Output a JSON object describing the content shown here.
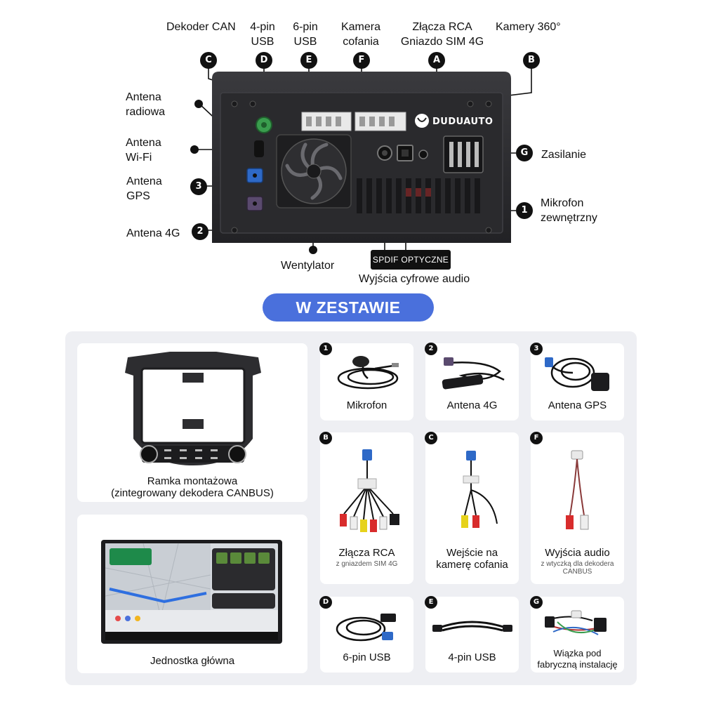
{
  "diagram": {
    "top_labels": {
      "can": "Dekoder CAN",
      "usb4_line1": "4-pin",
      "usb4_line2": "USB",
      "usb6_line1": "6-pin",
      "usb6_line2": "USB",
      "camera_line1": "Kamera",
      "camera_line2": "cofania",
      "rca_line1": "Złącza RCA",
      "rca_line2": "Gniazdo SIM 4G",
      "cam360": "Kamery 360°"
    },
    "left_labels": {
      "radio_line1": "Antena",
      "radio_line2": "radiowa",
      "wifi_line1": "Antena",
      "wifi_line2": "Wi-Fi",
      "gps_line1": "Antena",
      "gps_line2": "GPS",
      "lte": "Antena 4G"
    },
    "right_labels": {
      "power": "Zasilanie",
      "mic_line1": "Mikrofon",
      "mic_line2": "zewnętrzny"
    },
    "bottom_labels": {
      "fan": "Wentylator",
      "spdif": "SPDIF OPTYCZNE",
      "digital_out": "Wyjścia cyfrowe audio"
    },
    "badges": {
      "a": "A",
      "b": "B",
      "c": "C",
      "d": "D",
      "e": "E",
      "f": "F",
      "g": "G",
      "n1": "1",
      "n2": "2",
      "n3": "3"
    },
    "brand": "DUDUAUTO"
  },
  "in_box": {
    "title": "W ZESTAWIE",
    "items": {
      "frame": {
        "line1": "Ramka montażowa",
        "line2": "(zintegrowany dekodera CANBUS)"
      },
      "unit": {
        "name": "Jednostka główna"
      },
      "mic": {
        "badge": "1",
        "name": "Mikrofon"
      },
      "lte": {
        "badge": "2",
        "name": "Antena 4G"
      },
      "gps": {
        "badge": "3",
        "name": "Antena GPS"
      },
      "rca": {
        "badge": "B",
        "name": "Złącza RCA",
        "sub": "z gniazdem SIM 4G"
      },
      "cam": {
        "badge": "C",
        "line1": "Wejście na",
        "line2": "kamerę cofania"
      },
      "audio": {
        "badge": "F",
        "name": "Wyjścia audio",
        "sub1": "z wtyczką dla dekodera",
        "sub2": "CANBUS"
      },
      "usb6": {
        "badge": "D",
        "name": "6-pin USB"
      },
      "usb4": {
        "badge": "E",
        "name": "4-pin USB"
      },
      "harness": {
        "badge": "G",
        "line1": "Wiązka pod",
        "line2": "fabryczną instalację"
      }
    }
  },
  "colors": {
    "accent": "#4a70dc",
    "panel_bg": "#eeeff3",
    "device": "#2b2b2e"
  }
}
